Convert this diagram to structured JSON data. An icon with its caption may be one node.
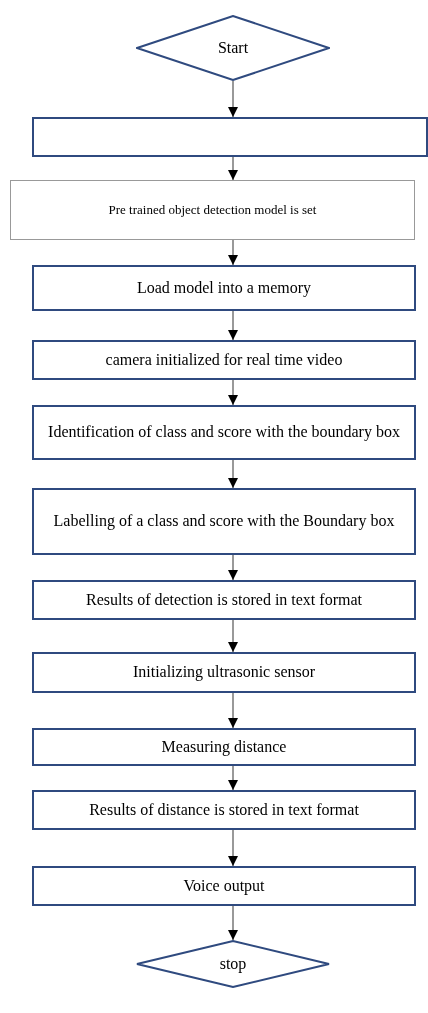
{
  "diagram": {
    "nodes": [
      {
        "text": [
          "Start"
        ]
      },
      {
        "text": [],
        "shape": "box"
      },
      {
        "text": [
          "Pre trained object detection model is set"
        ]
      },
      {
        "text": [
          "Load model into a memory"
        ]
      },
      {
        "text": [
          "camera initialized for real time video"
        ]
      },
      {
        "text": [
          "Identification of class and score with the boundary box"
        ]
      },
      {
        "text": [
          "Labelling of a class and score with the Boundary box"
        ]
      },
      {
        "text": [
          "Results of detection is stored in text format"
        ]
      },
      {
        "text": [
          "Initializing ultrasonic sensor"
        ]
      },
      {
        "text": [
          "Measuring distance"
        ]
      },
      {
        "text": [
          "Results of distance is stored in text format"
        ]
      },
      {
        "text": [
          "Voice output"
        ]
      },
      {
        "text": [
          "stop"
        ]
      }
    ],
    "edges": [
      {
        "from": 0,
        "to": 1,
        "arrow": "to"
      },
      {
        "from": 1,
        "to": 2,
        "arrow": "to"
      },
      {
        "from": 2,
        "to": 3,
        "arrow": "to"
      },
      {
        "from": 3,
        "to": 4,
        "arrow": "to"
      },
      {
        "from": 4,
        "to": 5,
        "arrow": "to"
      },
      {
        "from": 5,
        "to": 6,
        "arrow": "to"
      },
      {
        "from": 6,
        "to": 7,
        "arrow": "to"
      },
      {
        "from": 7,
        "to": 8,
        "arrow": "to"
      },
      {
        "from": 8,
        "to": 9,
        "arrow": "to"
      },
      {
        "from": 9,
        "to": 10,
        "arrow": "to"
      },
      {
        "from": 10,
        "to": 11,
        "arrow": "to"
      },
      {
        "from": 11,
        "to": 12,
        "arrow": "to"
      }
    ]
  }
}
